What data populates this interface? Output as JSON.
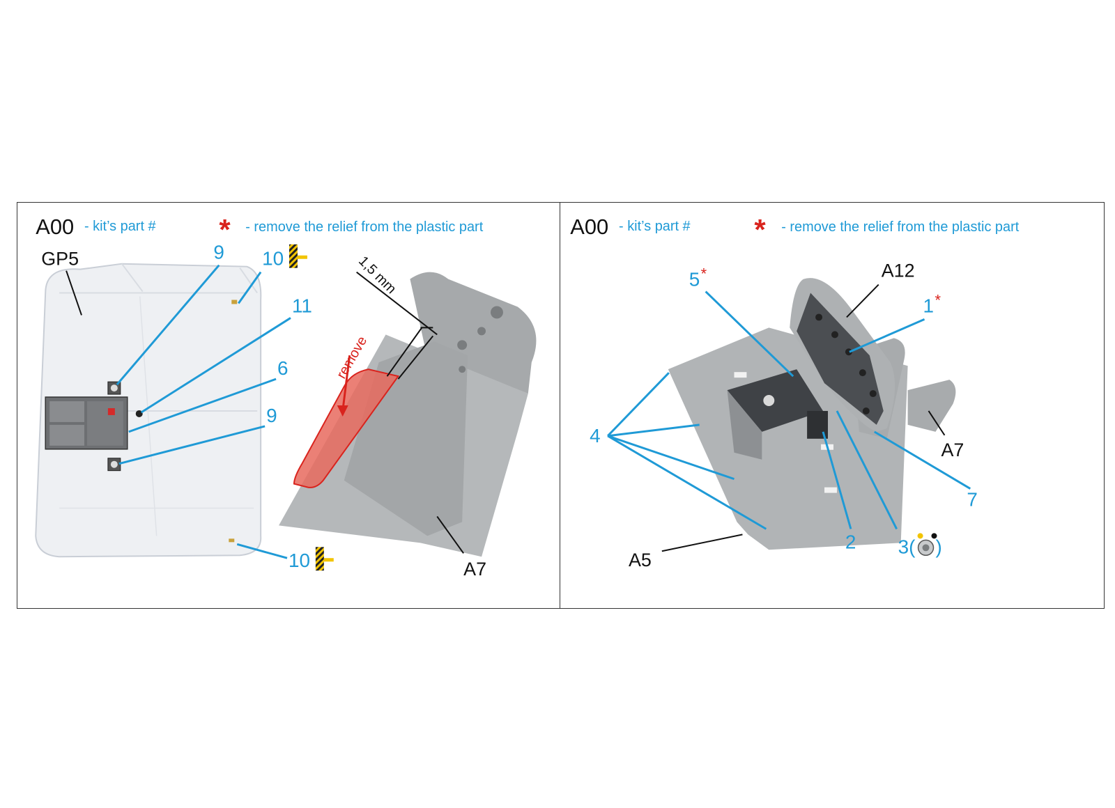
{
  "colors": {
    "callout_blue": "#1f9ad6",
    "asterisk_red": "#d9231d",
    "part_grey": "#a9acae",
    "remove_red": "#e0433c",
    "warning_yellow": "#f2c400"
  },
  "left": {
    "legend": {
      "code": "A00",
      "desc": "- kit’s part #",
      "star": "*",
      "star_desc": "- remove the relief from the plastic part"
    },
    "labels": {
      "gp5": "GP5",
      "n9a": "9",
      "n9b": "9",
      "n10a": "10",
      "n10b": "10",
      "n11": "11",
      "n6": "6",
      "a7": "A7",
      "dim": "1,5 mm",
      "remove": "remove"
    },
    "icons": [
      "tape-warning-icon",
      "tape-warning-icon"
    ]
  },
  "right": {
    "legend": {
      "code": "A00",
      "desc": "- kit’s part #",
      "star": "*",
      "star_desc": "- remove the relief from the plastic part"
    },
    "labels": {
      "a12": "A12",
      "a7": "A7",
      "a5": "A5",
      "n5": "5",
      "n1": "1",
      "n4": "4",
      "n2": "2",
      "n3": "3(",
      "n3close": ")",
      "n7": "7",
      "star": "*"
    },
    "icons": [
      "gauge-decal-icon"
    ]
  }
}
